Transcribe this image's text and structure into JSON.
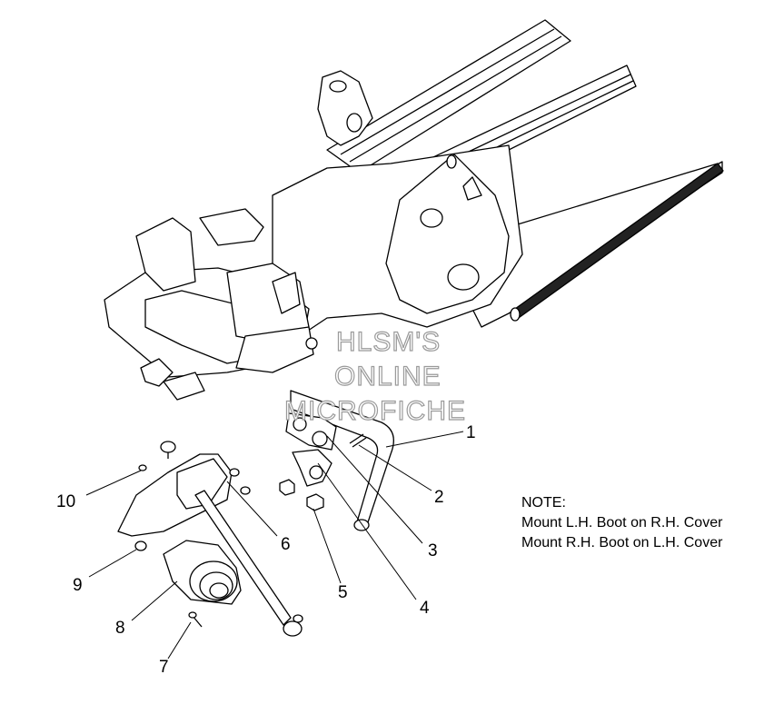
{
  "watermark": {
    "line1": "HLSM'S",
    "line2": "ONLINE",
    "line3": "MICROFICHE"
  },
  "callouts": [
    "1",
    "2",
    "3",
    "4",
    "5",
    "6",
    "7",
    "8",
    "9",
    "10"
  ],
  "note": {
    "heading": "NOTE:",
    "line1": "Mount L.H. Boot on R.H. Cover",
    "line2": "Mount R.H. Boot on L.H. Cover"
  },
  "colors": {
    "line": "#000000",
    "fill": "#ffffff",
    "watermark": "#9a9a9a"
  }
}
